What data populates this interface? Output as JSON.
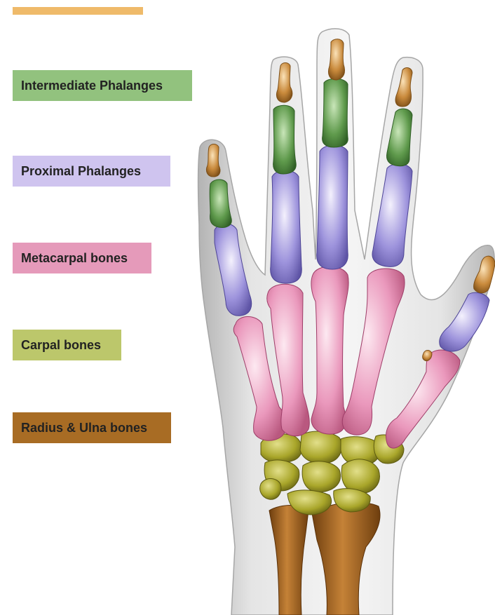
{
  "legend": {
    "distal": {
      "label": "",
      "color": "#efba6a"
    },
    "intermediate": {
      "label": "Intermediate Phalanges",
      "color": "#92c27e"
    },
    "proximal": {
      "label": "Proximal Phalanges",
      "color": "#cfc4ef"
    },
    "metacarpal": {
      "label": "Metacarpal bones",
      "color": "#e59aba"
    },
    "carpal": {
      "label": "Carpal bones",
      "color": "#bcc76b"
    },
    "radius_ulna": {
      "label": "Radius & Ulna bones",
      "color": "#a86c24"
    }
  },
  "bone_colors": {
    "distal": "#c98a3c",
    "intermediate": "#5e9a4d",
    "proximal": "#8a80cf",
    "metacarpal": "#e387ad",
    "carpal": "#a9a62a",
    "radius_ulna": "#a2651f"
  }
}
